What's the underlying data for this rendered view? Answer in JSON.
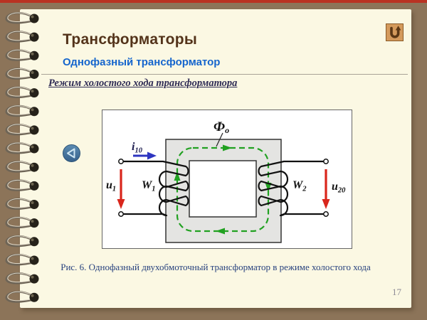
{
  "slide": {
    "title": "Трансформаторы",
    "subtitle": "Однофазный трансформатор",
    "heading": "Режим холостого хода трансформатора",
    "caption": "Рис. 6. Однофазный двухобмоточный трансформатор в режиме холостого хода",
    "page_number": "17"
  },
  "figure": {
    "flux_label": "Ф",
    "flux_sub": "о",
    "current_label": "i",
    "current_sub": "10",
    "u1_label": "u",
    "u1_sub": "1",
    "w1_label": "W",
    "w1_sub": "1",
    "w2_label": "W",
    "w2_sub": "2",
    "u20_label": "u",
    "u20_sub": "20"
  },
  "icons": {
    "nav_back": "left-triangle-icon",
    "return": "u-turn-arrow-icon"
  },
  "colors": {
    "frame_red": "#b93222",
    "background_brown": "#8c7459",
    "page_cream": "#fbf8e3",
    "title_brown": "#53331a",
    "subtitle_blue": "#1565cd",
    "heading_navy": "#2f2c55",
    "caption_navy": "#27417e",
    "arrow_red": "#d9261c",
    "arrow_blue": "#2d35c0",
    "flux_green": "#21a121",
    "core_gray": "#e4e4e2"
  }
}
